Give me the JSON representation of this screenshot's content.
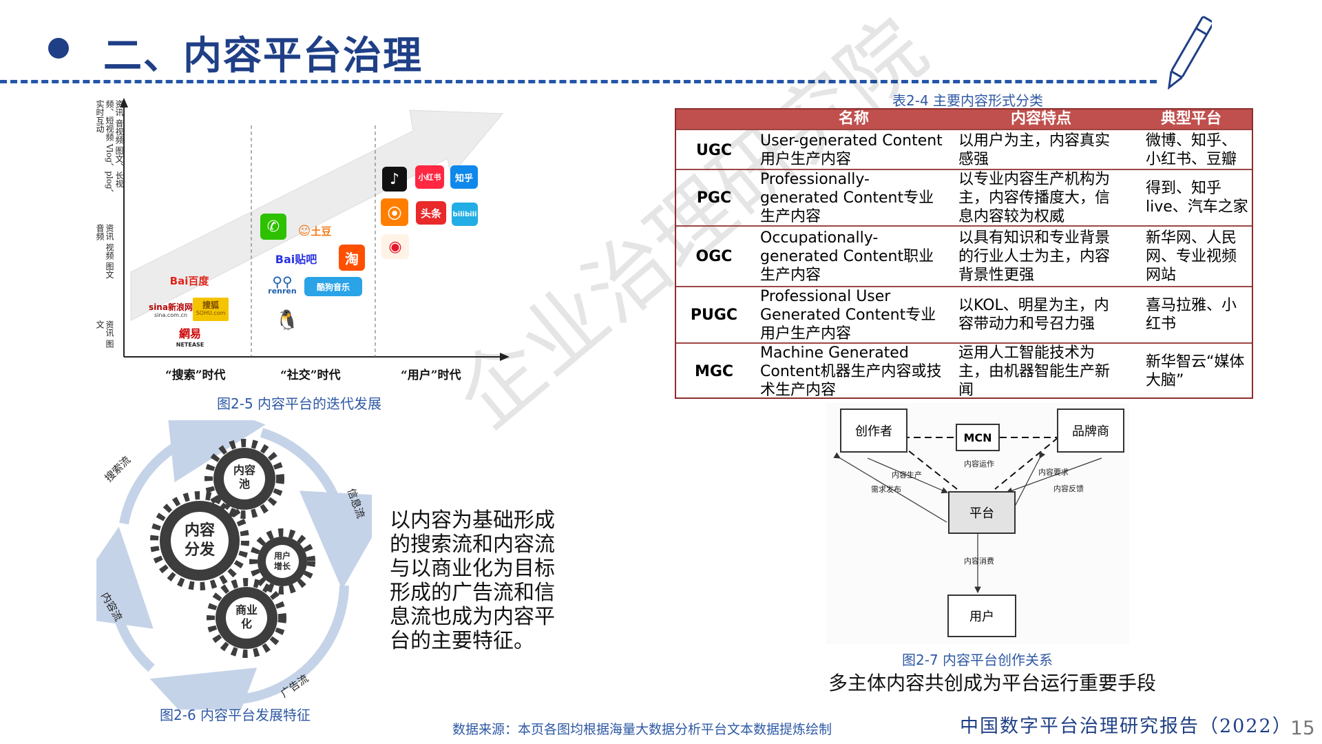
{
  "header": {
    "title": "二、内容平台治理"
  },
  "watermark": "企业治理研究院",
  "fig25": {
    "caption": "图2-5 内容平台的迭代发展",
    "y_labels": {
      "top": "资讯 音视频 图文、长视频、短视频 Vlog、plog、实时互动",
      "mid": "资讯 视频 图文 音频",
      "low": "资讯 图文"
    },
    "eras": [
      "“搜索”时代",
      "“社交”时代",
      "“用户”时代"
    ],
    "logos": {
      "baidu": "Bai百度",
      "sina": "sina新浪网",
      "sina_sub": "sina.com.cn",
      "sohu": "搜狐",
      "sohu_sub": "SOHU.com",
      "netease": "網易",
      "netease_sub": "NETEASE",
      "tudou": "土豆",
      "tieba": "Bai贴吧",
      "taobao": "淘",
      "renren": "renren",
      "kugou": "酷狗音乐",
      "xiaohongshu": "小红书",
      "zhihu": "知乎",
      "toutiao": "头条",
      "bilibili": "bilibili"
    }
  },
  "table": {
    "caption": "表2-4 主要内容形式分类",
    "headers": [
      "名称",
      "内容特点",
      "典型平台"
    ],
    "rows": [
      {
        "code": "UGC",
        "name": "User-generated Content用户生产内容",
        "feature": "以用户为主，内容真实感强",
        "platform": "微博、知乎、小红书、豆瓣"
      },
      {
        "code": "PGC",
        "name": "Professionally-generated Content专业生产内容",
        "feature": "以专业内容生产机构为主，内容传播度大，信息内容较为权威",
        "platform": "得到、知乎live、汽车之家"
      },
      {
        "code": "OGC",
        "name": "Occupationally-generated Content职业生产内容",
        "feature": "以具有知识和专业背景的行业人士为主，内容背景性更强",
        "platform": "新华网、人民网、专业视频网站"
      },
      {
        "code": "PUGC",
        "name": "Professional User Generated Content专业用户生产内容",
        "feature": "以KOL、明星为主，内容带动力和号召力强",
        "platform": "喜马拉雅、小红书"
      },
      {
        "code": "MGC",
        "name": "Machine Generated Content机器生产内容或技术生产内容",
        "feature": "运用人工智能技术为主，由机器智能生产新闻",
        "platform": "新华智云“媒体大脑”"
      }
    ]
  },
  "fig26": {
    "caption": "图2-6 内容平台发展特征",
    "flows": {
      "search": "搜索流",
      "info": "信息流",
      "content": "内容流",
      "ad": "广告流"
    },
    "gears": {
      "pool": "内容池",
      "distribute": "内容分发",
      "user_growth": "用户增长",
      "commercial": "商业化"
    },
    "paragraph": "以内容为基础形成的搜索流和内容流与以商业化为目标形成的广告流和信息流也成为内容平台的主要特征。"
  },
  "fig27": {
    "caption": "图2-7 内容平台创作关系",
    "nodes": {
      "creator": "创作者",
      "mcn": "MCN",
      "brand": "品牌商",
      "platform": "平台",
      "user": "用户"
    },
    "edges": {
      "ops": "内容运作",
      "produce": "内容生产",
      "publish": "需求发布",
      "require": "内容要求",
      "feedback": "内容反馈",
      "consume": "内容消费"
    },
    "subtitle": "多主体内容共创成为平台运行重要手段"
  },
  "footer": {
    "source": "数据来源：本页各图均根据海量大数据分析平台文本数据提炼绘制",
    "report": "中国数字平台治理研究报告（2022）",
    "page": "15"
  },
  "colors": {
    "accent": "#1f3f86",
    "caption": "#2e58a4",
    "table_header": "#c0504d",
    "table_border": "#8b2c2c"
  }
}
